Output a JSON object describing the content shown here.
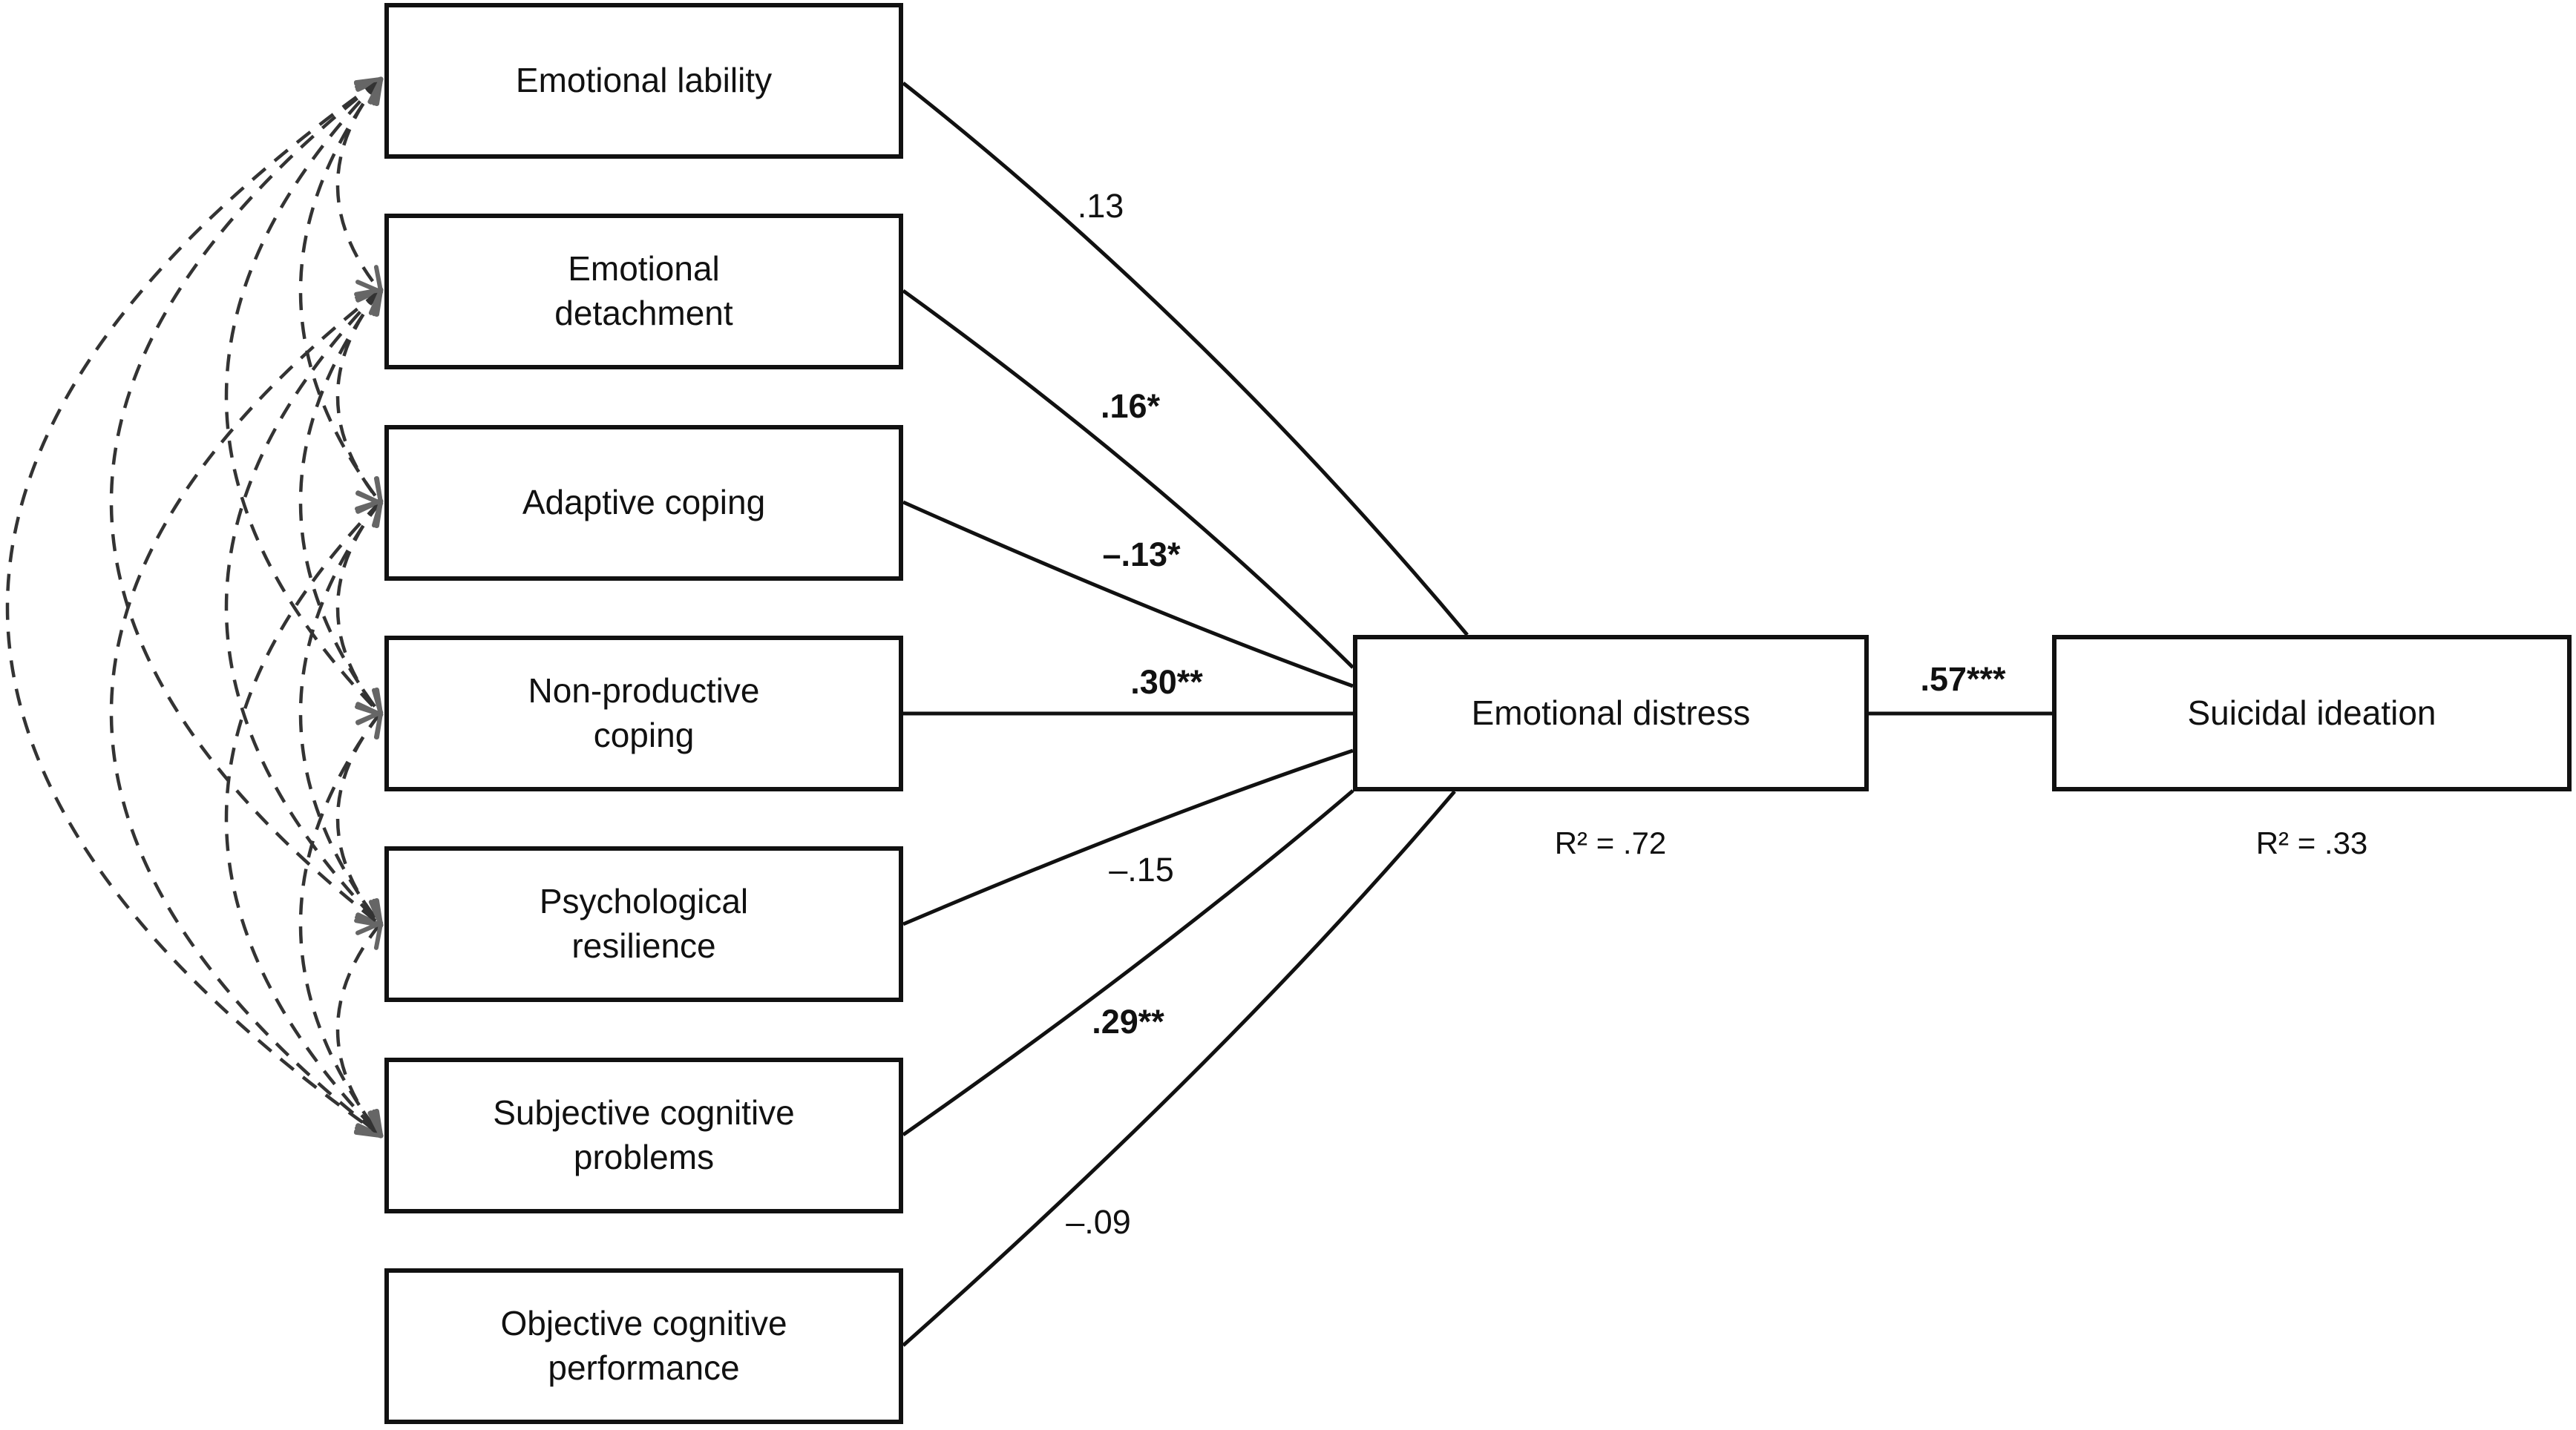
{
  "figure": {
    "predictors": [
      {
        "label": "Emotional lability"
      },
      {
        "label": "Emotional\ndetachment"
      },
      {
        "label": "Adaptive coping"
      },
      {
        "label": "Non-productive\ncoping"
      },
      {
        "label": "Psychological\nresilience"
      },
      {
        "label": "Subjective cognitive\nproblems"
      },
      {
        "label": "Objective cognitive\nperformance"
      }
    ],
    "mediator": {
      "label": "Emotional distress",
      "r_squared": "R² = .72"
    },
    "outcome": {
      "label": "Suicidal ideation",
      "r_squared": "R² = .33"
    },
    "path_coefficients": [
      {
        "from": "Emotional lability",
        "to": "Emotional distress",
        "label": ".13",
        "significant": false
      },
      {
        "from": "Emotional detachment",
        "to": "Emotional distress",
        "label": ".16*",
        "significant": true
      },
      {
        "from": "Adaptive coping",
        "to": "Emotional distress",
        "label": "–.13*",
        "significant": true
      },
      {
        "from": "Non-productive coping",
        "to": "Emotional distress",
        "label": ".30**",
        "significant": true
      },
      {
        "from": "Psychological resilience",
        "to": "Emotional distress",
        "label": "–.15",
        "significant": false
      },
      {
        "from": "Subjective cognitive problems",
        "to": "Emotional distress",
        "label": ".29**",
        "significant": true
      },
      {
        "from": "Objective cognitive performance",
        "to": "Emotional distress",
        "label": "–.09",
        "significant": false
      },
      {
        "from": "Emotional distress",
        "to": "Suicidal ideation",
        "label": ".57***",
        "significant": true
      }
    ],
    "correlated_predictors": "dashed double-headed arcs among predictors 1-6",
    "colors": {
      "line": "#111111",
      "arc": "#333333",
      "arrowhead": "#666666",
      "text": "#111111",
      "background": "#ffffff"
    }
  }
}
